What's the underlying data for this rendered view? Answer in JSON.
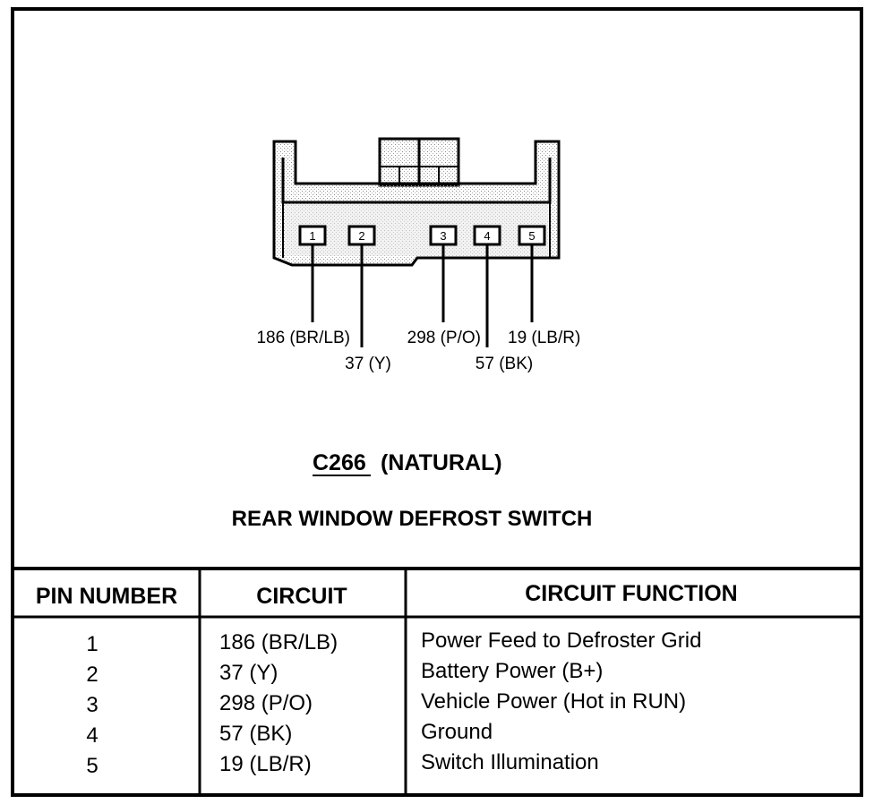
{
  "connector": {
    "id": "C266",
    "color_note": "(NATURAL)",
    "component": "REAR WINDOW DEFROST SWITCH",
    "pins": [
      {
        "number": "1",
        "label": "186 (BR/LB)"
      },
      {
        "number": "2",
        "label": "37 (Y)"
      },
      {
        "number": "3",
        "label": "298 (P/O)"
      },
      {
        "number": "4",
        "label": "57 (BK)"
      },
      {
        "number": "5",
        "label": "19 (LB/R)"
      }
    ]
  },
  "table": {
    "headers": [
      "PIN NUMBER",
      "CIRCUIT",
      "CIRCUIT FUNCTION"
    ],
    "rows": [
      {
        "pin": "1",
        "circuit": "186 (BR/LB)",
        "function": "Power Feed to Defroster Grid"
      },
      {
        "pin": "2",
        "circuit": "37 (Y)",
        "function": "Battery Power (B+)"
      },
      {
        "pin": "3",
        "circuit": "298 (P/O)",
        "function": "Vehicle Power (Hot in RUN)"
      },
      {
        "pin": "4",
        "circuit": "57 (BK)",
        "function": "Ground"
      },
      {
        "pin": "5",
        "circuit": "19 (LB/R)",
        "function": "Switch Illumination"
      }
    ]
  }
}
